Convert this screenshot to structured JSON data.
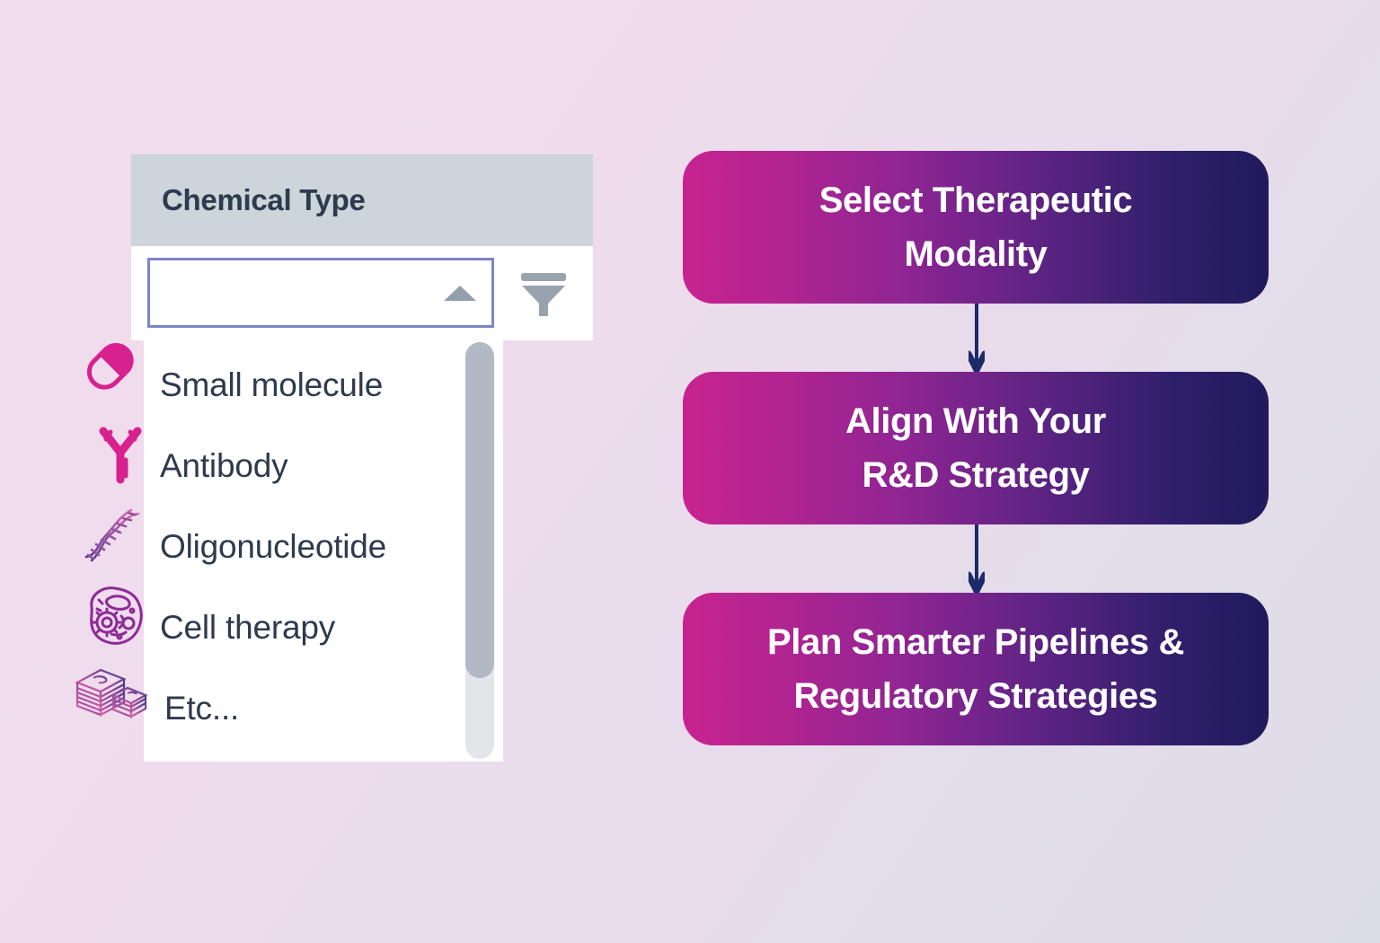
{
  "selector": {
    "header_title": "Chemical Type",
    "input_value": "",
    "input_placeholder": "",
    "caret_icon": "caret-up-icon",
    "filter_icon": "filter-funnel-icon",
    "options": [
      {
        "label": "Small molecule",
        "icon": "pill-capsule-icon"
      },
      {
        "label": "Antibody",
        "icon": "antibody-y-icon"
      },
      {
        "label": "Oligonucleotide",
        "icon": "dna-helix-icon"
      },
      {
        "label": "Cell therapy",
        "icon": "cell-nucleus-icon"
      },
      {
        "label": "Etc...",
        "icon": "money-stacks-icon"
      }
    ]
  },
  "flow": {
    "arrow_icon": "down-arrow-icon",
    "steps": [
      {
        "lines": [
          "Select Therapeutic",
          "Modality"
        ]
      },
      {
        "lines": [
          "Align With Your",
          "R&D Strategy"
        ]
      },
      {
        "lines": [
          "Plan Smarter Pipelines &",
          "Regulatory Strategies"
        ]
      }
    ]
  },
  "colors": {
    "background_start": "#f1dced",
    "background_end": "#dcdce8",
    "header_band": "#cbd5da",
    "input_border": "#7b85c8",
    "text_dark": "#2e3a4d",
    "accent_magenta": "#c72390",
    "accent_navy": "#201a5c",
    "arrow_navy": "#1d2a68",
    "scrollbar_thumb": "#b2b9c5",
    "scrollbar_track": "#e2e6ea"
  }
}
